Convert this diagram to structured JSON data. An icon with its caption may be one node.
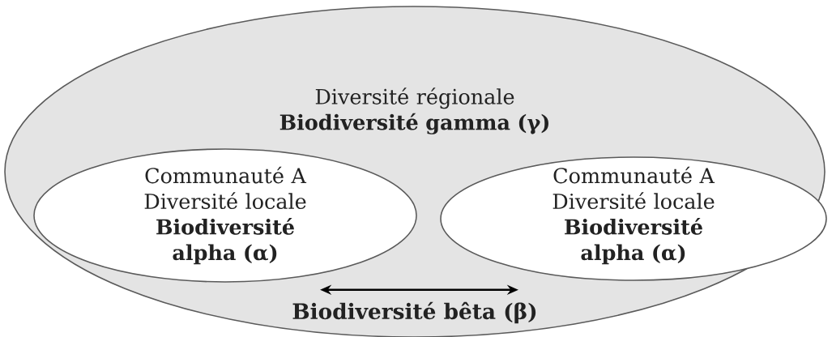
{
  "diagram": {
    "nodes": [
      {
        "text": [
          "Diversité régionale",
          "Biodiversité gamma (γ)"
        ]
      },
      {
        "text": [
          "Communauté A",
          "Diversité locale",
          "Biodiversité alpha (α)"
        ],
        "in": 0
      },
      {
        "text": [
          "Communauté A",
          "Diversité locale",
          "Biodiversité alpha (α)"
        ],
        "in": 0
      }
    ],
    "edges": [
      {
        "from": 1,
        "to": 2,
        "arrow": "both",
        "label": "Biodiversité bêta (β)"
      }
    ]
  }
}
